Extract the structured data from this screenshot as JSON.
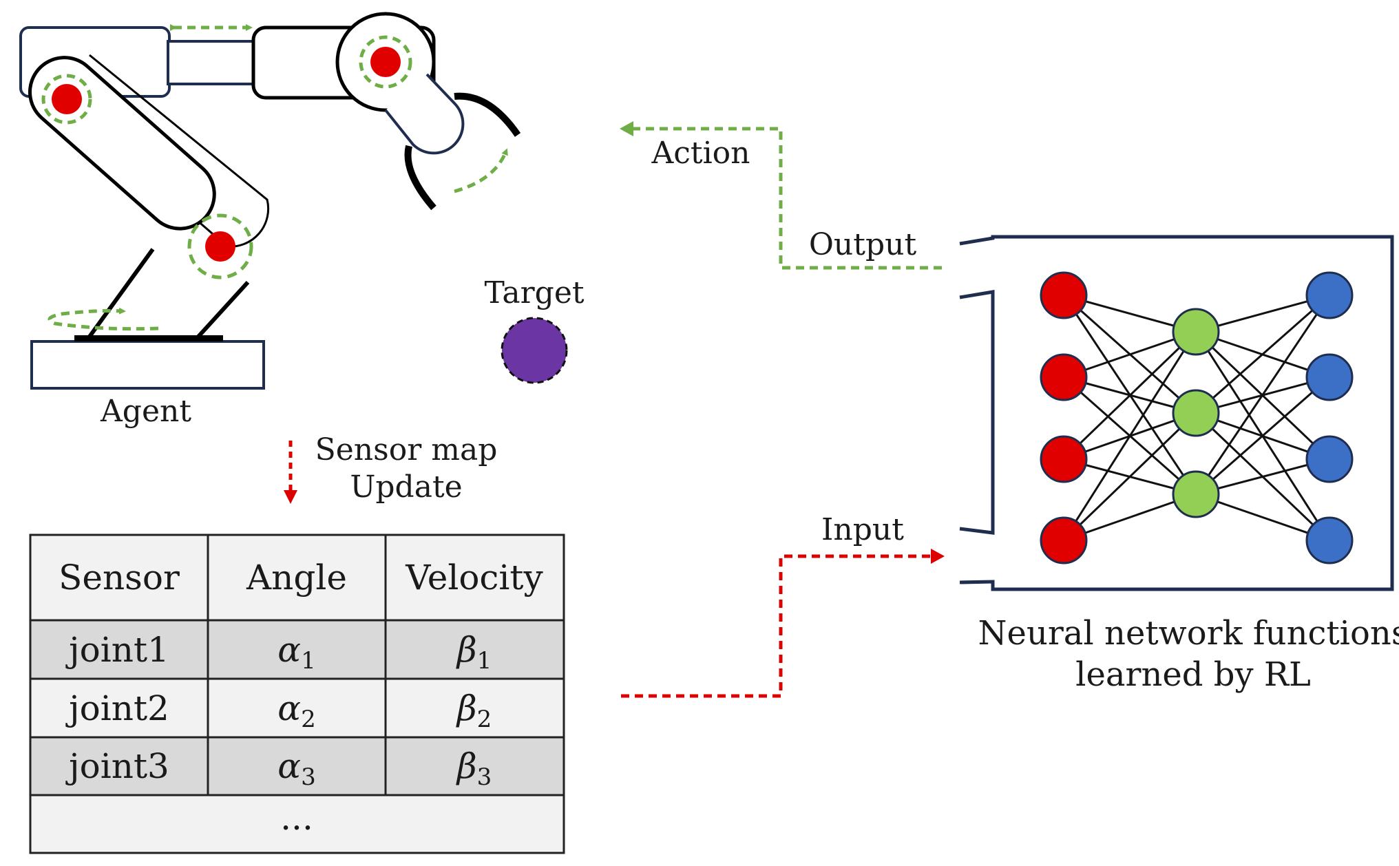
{
  "labels": {
    "agent": "Agent",
    "target": "Target",
    "sensor_map_line1": "Sensor map",
    "sensor_map_line2": "Update",
    "action": "Action",
    "output": "Output",
    "input": "Input",
    "nn_caption_line1": "Neural network functions",
    "nn_caption_line2": "learned by RL"
  },
  "table": {
    "headers": [
      "Sensor",
      "Angle",
      "Velocity"
    ],
    "rows": [
      {
        "sensor": "joint1",
        "angle_sym": "α",
        "angle_sub": "1",
        "vel_sym": "β",
        "vel_sub": "1"
      },
      {
        "sensor": "joint2",
        "angle_sym": "α",
        "angle_sub": "2",
        "vel_sym": "β",
        "vel_sub": "2"
      },
      {
        "sensor": "joint3",
        "angle_sym": "α",
        "angle_sub": "3",
        "vel_sym": "β",
        "vel_sub": "3"
      }
    ],
    "ellipsis": "..."
  },
  "colors": {
    "joint_red": "#e00000",
    "action_green": "#6fad47",
    "input_red": "#dd0000",
    "target_purple": "#6b35a3",
    "frame_navy": "#1f2d4f",
    "input_node": "#e00000",
    "hidden_node": "#93cf55",
    "output_node": "#3c6fc6",
    "row_dark": "#d9d9d9",
    "row_light": "#f2f2f2"
  },
  "network": {
    "layers": [
      4,
      3,
      4
    ]
  }
}
